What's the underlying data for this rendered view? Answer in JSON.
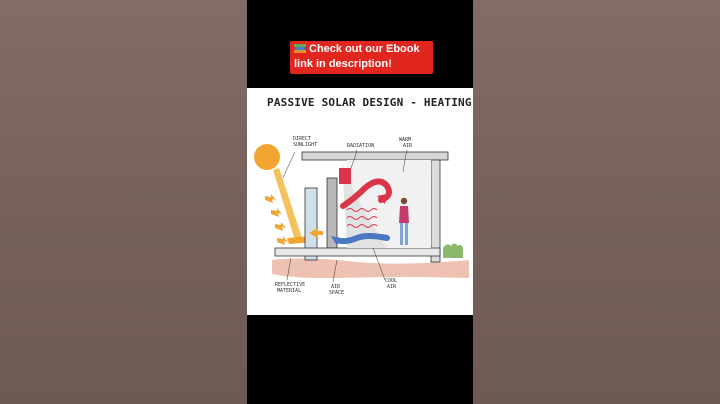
{
  "banner": {
    "icon": "books-emoji-icon",
    "line1": "Check out our Ebook",
    "line2": "link in description!",
    "color": "#e0261e"
  },
  "diagram": {
    "title": "PASSIVE SOLAR DESIGN - HEATING",
    "labels": {
      "direct_sunlight_1": "DIRECT",
      "direct_sunlight_2": "SUNLIGHT",
      "radiation": "RADIATION",
      "warm_air_1": "WARM",
      "warm_air_2": "AIR",
      "reflective_1": "REFLECTIVE",
      "reflective_2": "MATERIAL",
      "air_space_1": "AIR",
      "air_space_2": "SPACE",
      "cool_air_1": "COOL",
      "cool_air_2": "AIR"
    },
    "colors": {
      "sun": "#f2a531",
      "warm_air": "#d9344a",
      "cool_air": "#4a76c2",
      "wall": "#d9d9d9",
      "ground": "#e9b4a3"
    }
  }
}
